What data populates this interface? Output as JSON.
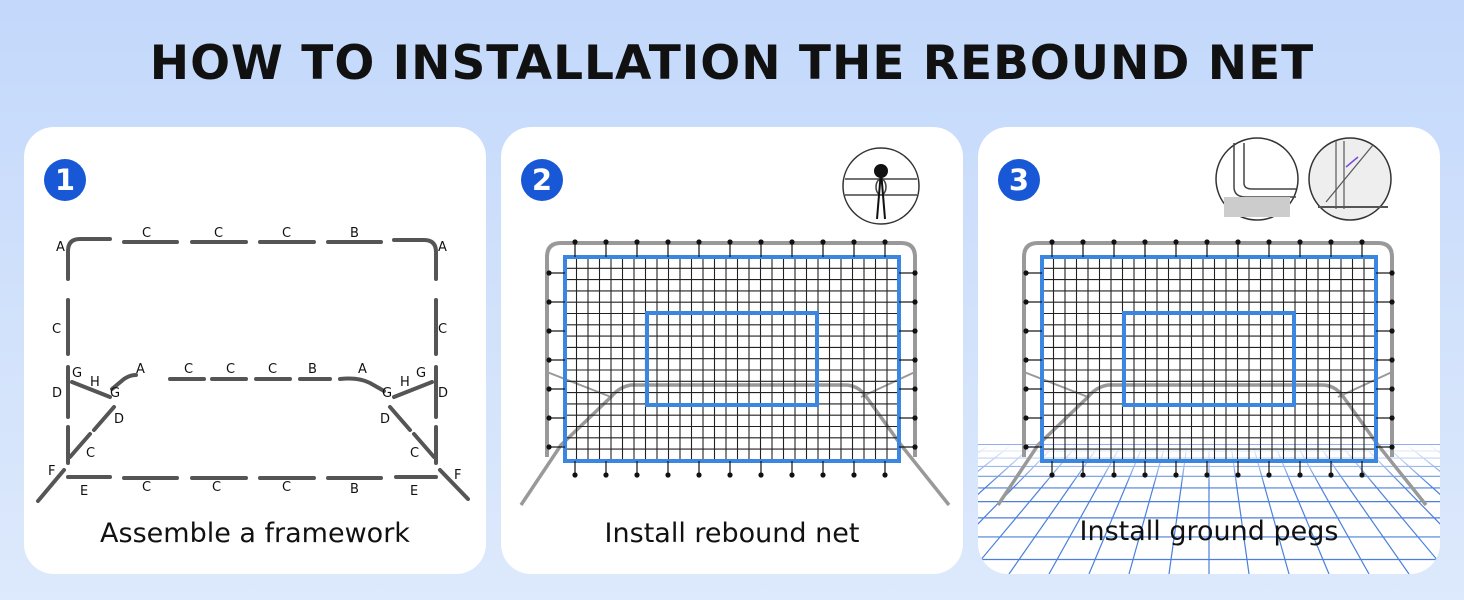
{
  "title": "HOW TO INSTALLATION THE REBOUND NET",
  "steps": [
    {
      "number": "1",
      "caption": "Assemble a framework",
      "icon": "framework-parts-diagram"
    },
    {
      "number": "2",
      "caption": "Install rebound net",
      "icon": "rebound-net-diagram"
    },
    {
      "number": "3",
      "caption": "Install ground pegs",
      "icon": "rebound-net-ground-pegs-diagram"
    }
  ],
  "parts": {
    "top_left": "A",
    "top_1": "C",
    "top_2": "C",
    "top_3": "C",
    "top_4": "B",
    "top_right": "A",
    "side_left": "C",
    "side_right": "C",
    "g_left": "G",
    "h_left": "H",
    "g2_left": "G",
    "d_left": "D",
    "d2_left": "D",
    "mid_1": "A",
    "mid_2": "C",
    "mid_3": "C",
    "mid_4": "C",
    "mid_5": "B",
    "mid_6": "A",
    "g_right": "G",
    "h_right": "H",
    "g2_right": "G",
    "d_right": "D",
    "d2_right": "D",
    "c_left_diag": "C",
    "c_right_diag": "C",
    "f_left": "F",
    "f_right": "F",
    "bot_1": "E",
    "bot_2": "C",
    "bot_3": "C",
    "bot_4": "C",
    "bot_5": "B",
    "bot_6": "E"
  },
  "colors": {
    "accent": "#1858d6",
    "net_outline": "#3a86e0",
    "grid_floor": "#4a7fdc"
  }
}
